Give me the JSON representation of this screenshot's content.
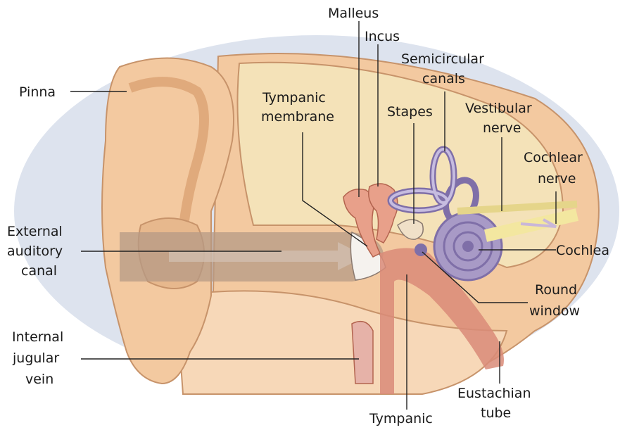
{
  "diagram": {
    "labels": {
      "pinna": [
        "Pinna"
      ],
      "external_auditory_canal": [
        "External",
        "auditory",
        "canal"
      ],
      "internal_jugular_vein": [
        "Internal",
        "jugular",
        "vein"
      ],
      "malleus": [
        "Malleus"
      ],
      "incus": [
        "Incus"
      ],
      "tympanic_membrane": [
        "Tympanic",
        "membrane"
      ],
      "stapes": [
        "Stapes"
      ],
      "semicircular_canals": [
        "Semicircular",
        "canals"
      ],
      "vestibular_nerve": [
        "Vestibular",
        "nerve"
      ],
      "cochlear_nerve": [
        "Cochlear",
        "nerve"
      ],
      "cochlea": [
        "Cochlea"
      ],
      "round_window": [
        "Round",
        "window"
      ],
      "eustachian_tube": [
        "Eustachian",
        "tube"
      ],
      "tympanic_cavity": [
        "Tympanic"
      ]
    },
    "colors": {
      "background_oval": "#dde3ee",
      "skin": "#f3c9a0",
      "skin_light": "#f8e0c4",
      "bone": "#f4e2b8",
      "canal_shadow": "#a88f7e",
      "ossicle": "#e8a08a",
      "inner_ear": "#a89ac6",
      "inner_ear_dark": "#7f6fa8",
      "nerve": "#f3e7a0",
      "tube": "#d98b78"
    }
  }
}
